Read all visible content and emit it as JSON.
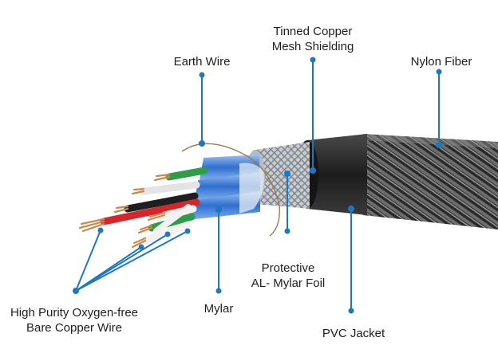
{
  "labels": {
    "tinned_copper": [
      "Tinned Copper",
      "Mesh Shielding"
    ],
    "earth_wire": "Earth Wire",
    "nylon_fiber": "Nylon Fiber",
    "protective_foil": [
      "Protective",
      "AL- Mylar Foil"
    ],
    "copper_wire": [
      "High Purity Oxygen-free",
      "Bare Copper Wire"
    ],
    "mylar": "Mylar",
    "pvc_jacket": "PVC Jacket"
  },
  "colors": {
    "leader_line": "#1d78c2",
    "jacket": "#2b2b2b",
    "braid": "#b9bec4",
    "foil": "#4a86d6",
    "copper": "#c98a4c",
    "red_wire": "#d6262a",
    "green_wire": "#2e9c48",
    "black_wire": "#1f1f1f",
    "white_wire": "#f2f2f2"
  }
}
